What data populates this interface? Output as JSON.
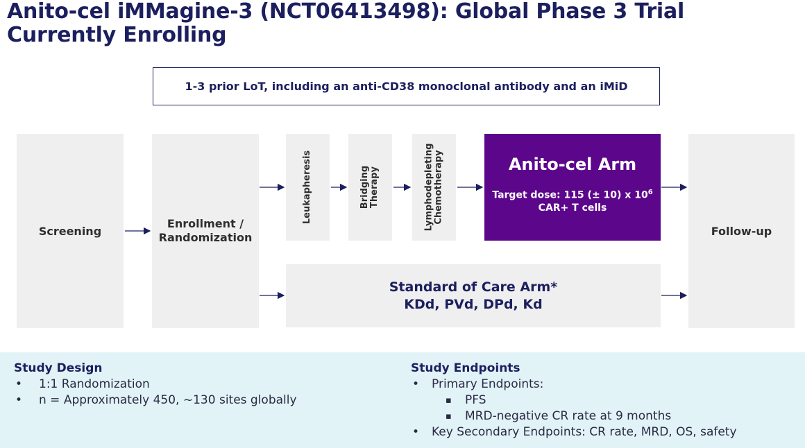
{
  "title": "Anito-cel iMMagine-3 (NCT06413498): Global Phase 3 Trial Currently Enrolling",
  "eligibility": "1-3 prior LoT, including an anti-CD38 monoclonal antibody and an iMiD",
  "flow": {
    "screening": "Screening",
    "enrollment_line1": "Enrollment /",
    "enrollment_line2": "Randomization",
    "leukapheresis": "Leukapheresis",
    "bridging_line1": "Bridging",
    "bridging_line2": "Therapy",
    "lympho_line1": "Lymphodepleting",
    "lympho_line2": "Chemotherapy",
    "anito_arm": "Anito-cel Arm",
    "dose_line1": "Target dose: 115 (± 10) x 10",
    "dose_sup": "6",
    "dose_line2": "CAR+ T cells",
    "soc_line1": "Standard of Care Arm*",
    "soc_line2": "KDd, PVd, DPd, Kd",
    "followup": "Follow-up"
  },
  "study_design": {
    "heading": "Study Design",
    "items": [
      "1:1 Randomization",
      "n = Approximately 450, ~130 sites globally"
    ]
  },
  "study_endpoints": {
    "heading": "Study Endpoints",
    "primary": "Primary Endpoints:",
    "primary_items": [
      "PFS",
      "MRD-negative CR rate at 9 months"
    ],
    "secondary": "Key Secondary Endpoints: CR rate, MRD, OS, safety"
  },
  "colors": {
    "navy": "#1c1f5e",
    "purple": "#5c068c",
    "grey": "#efefef",
    "panel": "#e2f3f7"
  }
}
